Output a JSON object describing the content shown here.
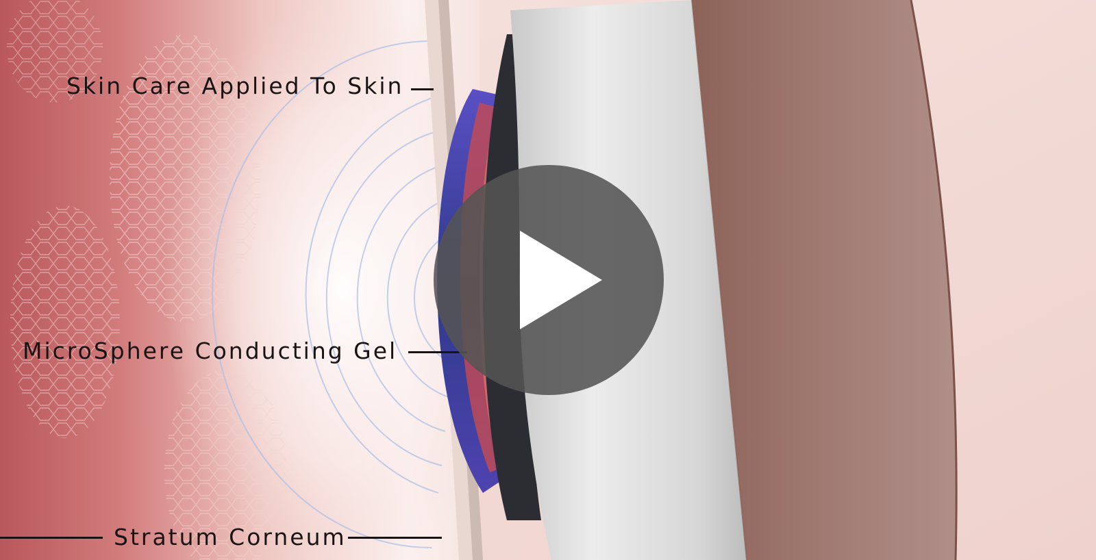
{
  "video": {
    "play_icon": "play-icon",
    "annotations": {
      "skin_care": "Skin Care Applied To Skin",
      "gel": "MicroSphere Conducting Gel",
      "stratum": "Stratum Corneum"
    }
  },
  "colors": {
    "skin_dark": "#b85a5e",
    "skin_light": "#f6e4e0",
    "gel_blue": "#3b46a8",
    "device_silver": "#dcdcdc",
    "device_brown": "#9e766d",
    "play_overlay": "#545454",
    "label_text": "#1a1314"
  }
}
